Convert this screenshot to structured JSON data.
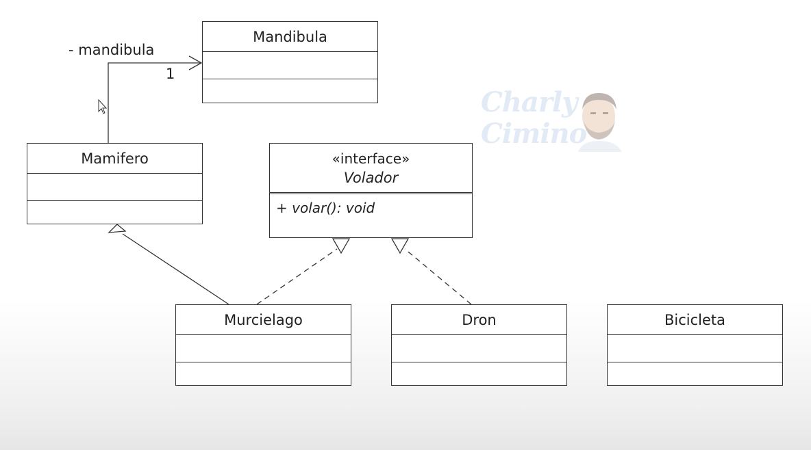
{
  "classes": {
    "mandibula": {
      "name": "Mandibula"
    },
    "mamifero": {
      "name": "Mamifero"
    },
    "volador": {
      "stereotype": "«interface»",
      "name": "Volador",
      "operation": "+ volar(): void"
    },
    "murcielago": {
      "name": "Murcielago"
    },
    "dron": {
      "name": "Dron"
    },
    "bicicleta": {
      "name": "Bicicleta"
    }
  },
  "association": {
    "role": "- mandibula",
    "multiplicity": "1"
  },
  "watermark": {
    "line1": "Charly",
    "line2": "Cimino"
  },
  "colors": {
    "line": "#333333",
    "watermark": "#c9d9ee"
  }
}
